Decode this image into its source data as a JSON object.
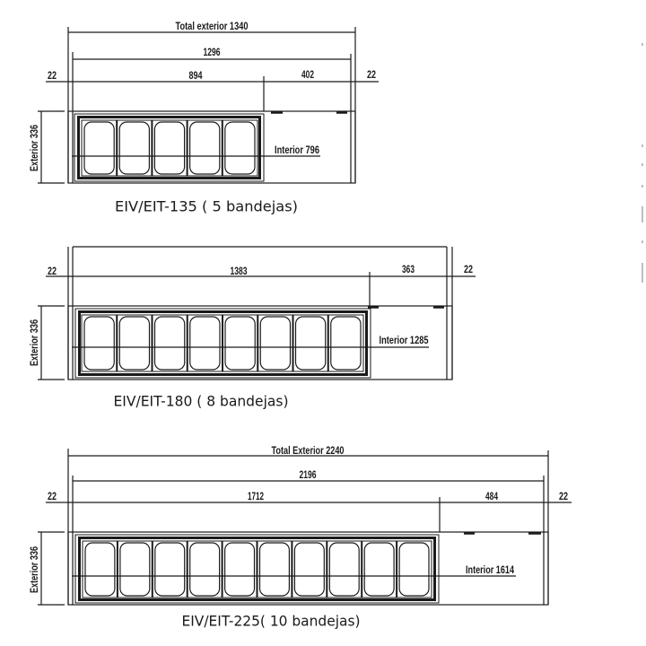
{
  "colors": {
    "ink": "#1a1a1a",
    "background": "#ffffff"
  },
  "drawings": [
    {
      "model": "EIV/EIT-135",
      "caption": "EIV/EIT-135 ( 5 bandejas)",
      "trays": 5,
      "dimensions": {
        "total_exterior": "Total exterior 1340",
        "inner_width": "1296",
        "left_margin": "22",
        "tray_section": "894",
        "right_section": "402",
        "right_margin": "22",
        "exterior_depth": "Exterior 336",
        "interior": "Interior 796"
      }
    },
    {
      "model": "EIV/EIT-180",
      "caption": "EIV/EIT-180 ( 8 bandejas)",
      "trays": 8,
      "dimensions": {
        "left_margin": "22",
        "tray_section": "1383",
        "right_section": "363",
        "right_margin": "22",
        "exterior_depth": "Exterior 336",
        "interior": "Interior 1285"
      }
    },
    {
      "model": "EIV/EIT-225",
      "caption": "EIV/EIT-225( 10 bandejas)",
      "trays": 10,
      "dimensions": {
        "total_exterior": "Total Exterior 2240",
        "inner_width": "2196",
        "left_margin": "22",
        "tray_section": "1712",
        "right_section": "484",
        "right_margin": "22",
        "exterior_depth": "Exterior 336",
        "interior": "Interior 1614"
      }
    }
  ]
}
